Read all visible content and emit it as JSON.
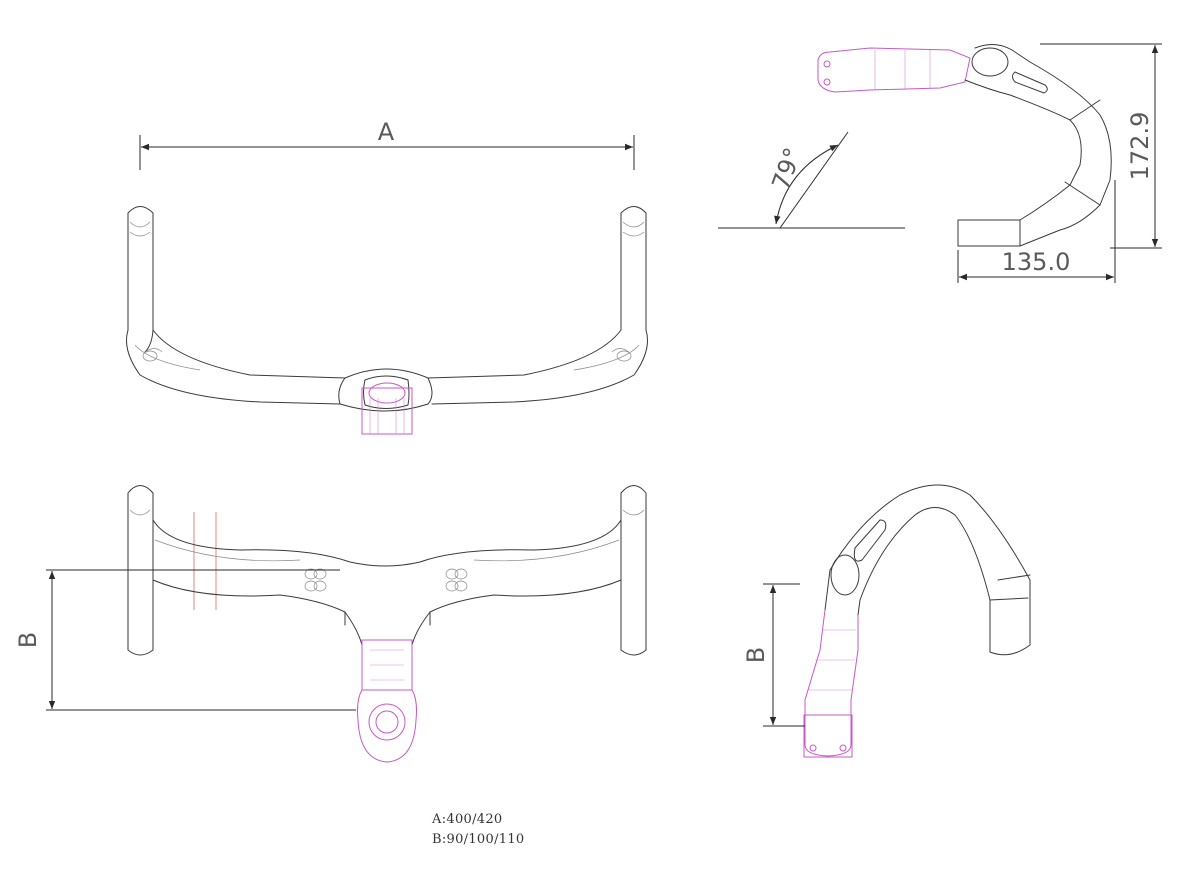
{
  "dimensions": {
    "width_label": "A",
    "reach_label": "B",
    "angle": "79°",
    "drop": "172.9",
    "reach": "135.0",
    "side_reach_label": "B"
  },
  "specs": {
    "a_line": "A:400/420",
    "b_line": "B:90/100/110"
  },
  "colors": {
    "line": "#3a3a3a",
    "stem": "#c858c8",
    "guide": "#e08a7a"
  }
}
